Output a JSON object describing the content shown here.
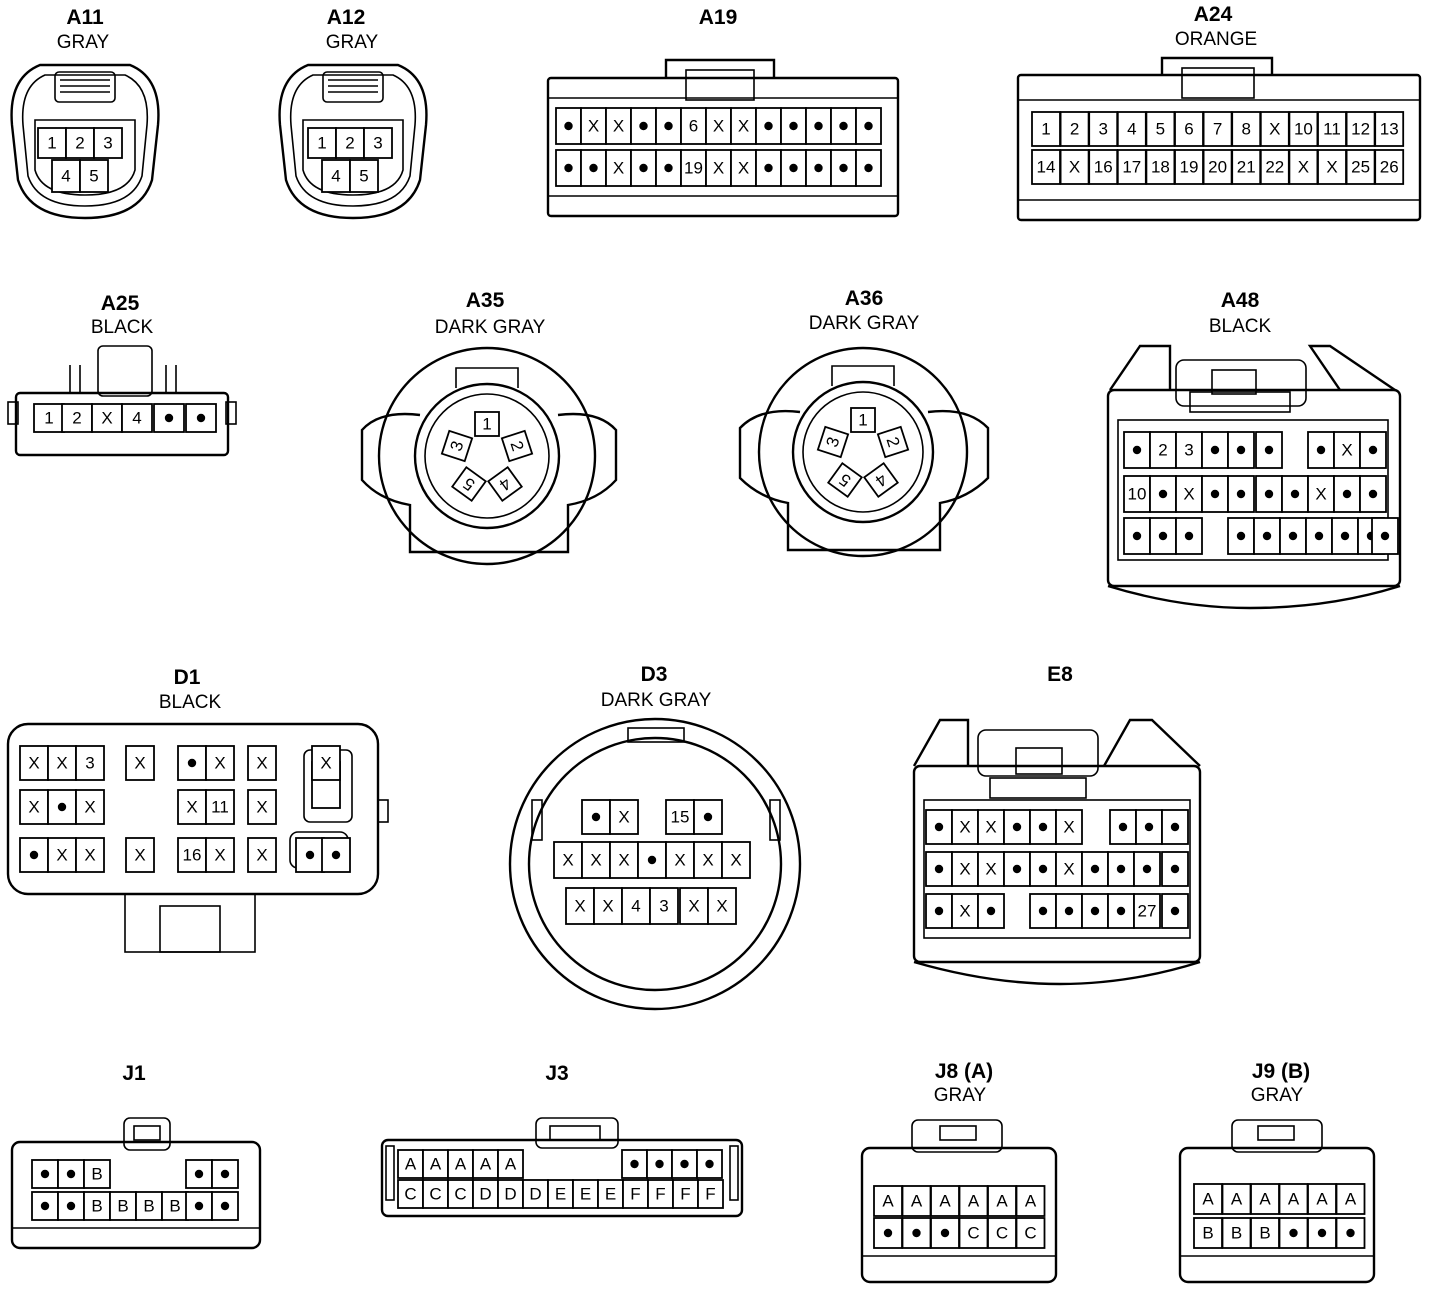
{
  "connectors": [
    {
      "id": "A11",
      "color": "GRAY",
      "cells": [
        [
          "1",
          "2",
          "3"
        ],
        [
          "4",
          "5"
        ]
      ]
    },
    {
      "id": "A12",
      "color": "GRAY",
      "cells": [
        [
          "1",
          "2",
          "3"
        ],
        [
          "4",
          "5"
        ]
      ]
    },
    {
      "id": "A19",
      "color": "",
      "cells": [
        [
          "•",
          "X",
          "X",
          "•",
          "•",
          "6",
          "X",
          "X",
          "•",
          "•",
          "•",
          "•",
          "•"
        ],
        [
          "•",
          "•",
          "X",
          "•",
          "•",
          "19",
          "X",
          "X",
          "•",
          "•",
          "•",
          "•",
          "•"
        ]
      ]
    },
    {
      "id": "A24",
      "color": "ORANGE",
      "cells": [
        [
          "1",
          "2",
          "3",
          "4",
          "5",
          "6",
          "7",
          "8",
          "X",
          "10",
          "11",
          "12",
          "13"
        ],
        [
          "14",
          "X",
          "16",
          "17",
          "18",
          "19",
          "20",
          "21",
          "22",
          "X",
          "X",
          "25",
          "26"
        ]
      ]
    },
    {
      "id": "A25",
      "color": "BLACK",
      "cells": [
        [
          "1",
          "2",
          "X",
          "4",
          "•",
          "•"
        ]
      ]
    },
    {
      "id": "A35",
      "color": "DARK GRAY",
      "cells": [
        [
          "1",
          "2",
          "3",
          "4",
          "5"
        ]
      ]
    },
    {
      "id": "A36",
      "color": "DARK GRAY",
      "cells": [
        [
          "1",
          "2",
          "3",
          "4",
          "5"
        ]
      ]
    },
    {
      "id": "A48",
      "color": "BLACK",
      "cells": [
        [
          "•",
          "2",
          "3",
          "•",
          "•",
          "•",
          "•",
          "X",
          "•"
        ],
        [
          "10",
          "•",
          "X",
          "•",
          "•",
          "•",
          "•",
          "X",
          "•",
          "•"
        ],
        [
          "•",
          "•",
          "•",
          "•",
          "•",
          "•",
          "•",
          "•",
          "•",
          "•"
        ]
      ]
    },
    {
      "id": "D1",
      "color": "BLACK",
      "cells": [
        [
          "X",
          "X",
          "3",
          "X",
          "•",
          "X",
          "X",
          "X"
        ],
        [
          "X",
          "•",
          "X",
          "X",
          "11",
          "X"
        ],
        [
          "•",
          "X",
          "X",
          "X",
          "16",
          "X",
          "X",
          "•",
          "•"
        ]
      ]
    },
    {
      "id": "D3",
      "color": "DARK GRAY",
      "cells": [
        [
          "•",
          "X",
          "15",
          "•"
        ],
        [
          "X",
          "X",
          "X",
          "•",
          "X",
          "X",
          "X"
        ],
        [
          "X",
          "X",
          "4",
          "3",
          "X",
          "X"
        ]
      ]
    },
    {
      "id": "E8",
      "color": "",
      "cells": [
        [
          "•",
          "X",
          "X",
          "•",
          "•",
          "X",
          "•",
          "•",
          "•"
        ],
        [
          "•",
          "X",
          "X",
          "•",
          "•",
          "X",
          "•",
          "•",
          "•",
          "•"
        ],
        [
          "•",
          "X",
          "•",
          "•",
          "•",
          "•",
          "•",
          "27",
          "•"
        ]
      ]
    },
    {
      "id": "J1",
      "color": "",
      "cells": [
        [
          "•",
          "•",
          "B",
          "•",
          "•"
        ],
        [
          "•",
          "•",
          "B",
          "B",
          "B",
          "B",
          "•",
          "•"
        ]
      ]
    },
    {
      "id": "J3",
      "color": "",
      "cells": [
        [
          "A",
          "A",
          "A",
          "A",
          "A",
          "•",
          "•",
          "•",
          "•"
        ],
        [
          "C",
          "C",
          "C",
          "D",
          "D",
          "D",
          "E",
          "E",
          "E",
          "F",
          "F",
          "F",
          "F"
        ]
      ]
    },
    {
      "id": "J8 (A)",
      "color": "GRAY",
      "cells": [
        [
          "A",
          "A",
          "A",
          "A",
          "A",
          "A"
        ],
        [
          "•",
          "•",
          "•",
          "C",
          "C",
          "C"
        ]
      ]
    },
    {
      "id": "J9 (B)",
      "color": "GRAY",
      "cells": [
        [
          "A",
          "A",
          "A",
          "A",
          "A",
          "A"
        ],
        [
          "B",
          "B",
          "B",
          "•",
          "•",
          "•"
        ]
      ]
    }
  ]
}
